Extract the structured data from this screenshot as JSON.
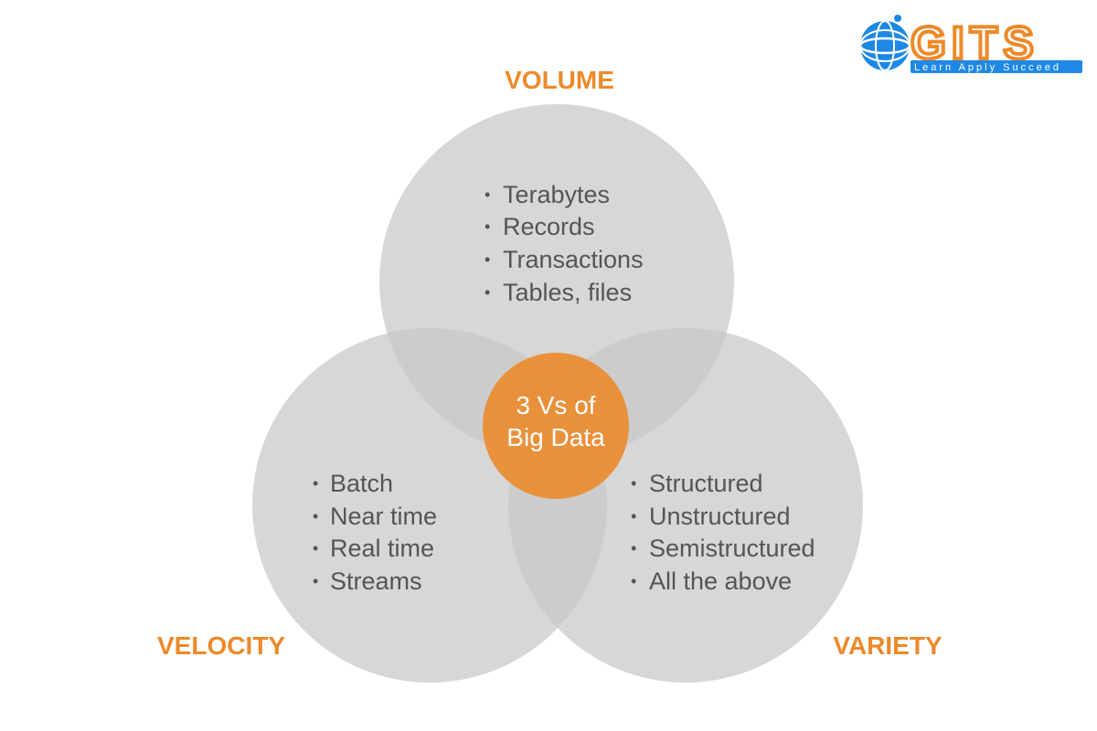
{
  "logo": {
    "name": "GITS",
    "tagline": "Learn Apply Succeed"
  },
  "colors": {
    "accent": "#ec8a2a",
    "circle_fill": "#c8c8c8",
    "circle_overlap": "#a9a9a9",
    "text": "#555555",
    "center_text": "#ffffff",
    "logo_blue": "#1e88e5"
  },
  "center": {
    "label_line1": "3 Vs of",
    "label_line2": "Big Data"
  },
  "volume": {
    "title": "VOLUME",
    "items": [
      "Terabytes",
      "Records",
      "Transactions",
      "Tables, files"
    ]
  },
  "velocity": {
    "title": "VELOCITY",
    "items": [
      "Batch",
      "Near time",
      "Real time",
      "Streams"
    ]
  },
  "variety": {
    "title": "VARIETY",
    "items": [
      "Structured",
      "Unstructured",
      "Semistructured",
      "All the above"
    ]
  }
}
